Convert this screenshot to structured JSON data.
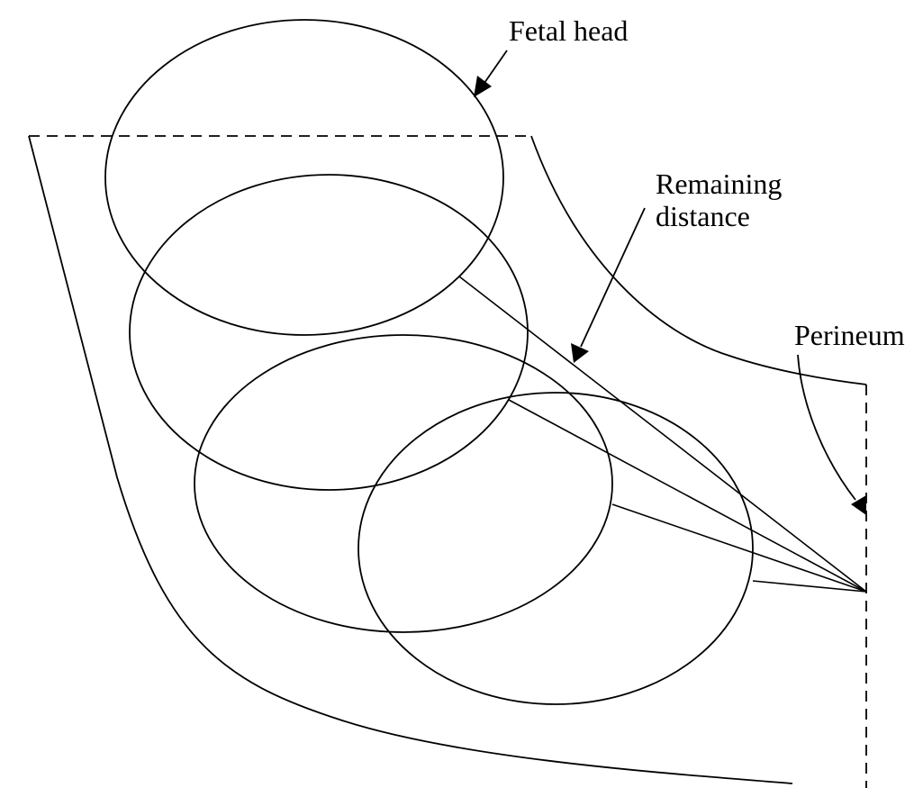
{
  "labels": {
    "fetal_head": "Fetal head",
    "remaining_distance_line1": "Remaining",
    "remaining_distance_line2": "distance",
    "perineum": "Perineum"
  },
  "colors": {
    "line": "#000000",
    "background": "#ffffff"
  }
}
